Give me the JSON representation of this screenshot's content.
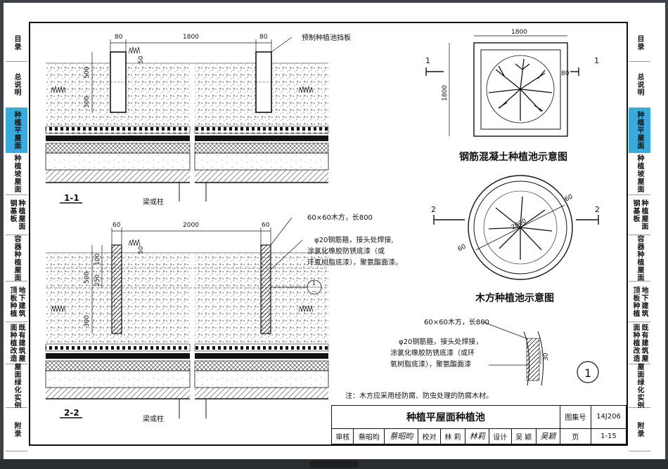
{
  "left_tabs": [
    {
      "cols": [
        "目录"
      ],
      "active": false
    },
    {
      "cols": [
        "总说明"
      ],
      "active": false
    },
    {
      "cols": [
        "种植平屋面"
      ],
      "active": true
    },
    {
      "cols": [
        "种植坡屋面"
      ],
      "active": false
    },
    {
      "cols": [
        "种植屋面",
        "钢基板"
      ],
      "active": false
    },
    {
      "cols": [
        "容器种植屋面"
      ],
      "active": false
    },
    {
      "cols": [
        "地下建筑",
        "顶板种植"
      ],
      "active": false
    },
    {
      "cols": [
        "既有建筑屋",
        "面种植改造"
      ],
      "active": false
    },
    {
      "cols": [
        "屋面绿化实例"
      ],
      "active": false
    },
    {
      "cols": [
        "附录"
      ],
      "active": false
    }
  ],
  "right_tabs": [
    {
      "cols": [
        "目录"
      ],
      "active": false
    },
    {
      "cols": [
        "总说明"
      ],
      "active": false
    },
    {
      "cols": [
        "种植平屋面"
      ],
      "active": true
    },
    {
      "cols": [
        "种植坡屋面"
      ],
      "active": false
    },
    {
      "cols": [
        "种植屋面",
        "钢基板"
      ],
      "active": false
    },
    {
      "cols": [
        "容器种植屋面"
      ],
      "active": false
    },
    {
      "cols": [
        "地下建筑",
        "顶板种植"
      ],
      "active": false
    },
    {
      "cols": [
        "既有建筑屋",
        "面种植改造"
      ],
      "active": false
    },
    {
      "cols": [
        "屋面绿化实例"
      ],
      "active": false
    },
    {
      "cols": [
        "附录"
      ],
      "active": false
    }
  ],
  "section1": {
    "dim_left": "80",
    "dim_mid": "1800",
    "dim_right": "80",
    "dim_v1": "500",
    "dim_v2": "300",
    "dim_v3": "50",
    "callout": "预制种植池挡板",
    "beam_label": "梁或柱",
    "section_label": "1-1"
  },
  "section2": {
    "dim_left": "60",
    "dim_mid": "2000",
    "dim_right": "60",
    "dim_v1": "500",
    "dim_v2": "300",
    "dim_v3": "50",
    "dim_v4": "100",
    "dim_v5": "250",
    "note_wood": "60×60木方，长800",
    "note_steel_1": "φ20钢筋箍，接头处焊接,",
    "note_steel_2": "涂氯化橡胶防锈底漆（或",
    "note_steel_3": "环氧树脂底漆），聚氨酯面漆。",
    "detail_top": "1",
    "detail_bottom": "—",
    "beam_label": "梁或柱",
    "section_label": "2-2"
  },
  "plan_square": {
    "dim_top": "1800",
    "dim_side": "1800",
    "dim_edge": "80",
    "cut_left": "1",
    "cut_right": "1",
    "caption": "钢筋混凝土种植池示意图"
  },
  "plan_circle": {
    "dim_diam": "2000",
    "dim_t1": "60",
    "dim_t2": "60",
    "cut_left": "2",
    "cut_right": "2",
    "caption": "木方种植池示意图"
  },
  "detail1": {
    "note_wood": "60×60木方，长800",
    "note_steel_1": "φ20钢筋箍，接头处焊接，",
    "note_steel_2": "涂氯化橡胶防锈底漆（或环",
    "note_steel_3": "氧树脂底漆），聚氨酯面漆",
    "dim": "30",
    "number": "1"
  },
  "note": "注：木方应采用经防腐、防虫处理的防腐木材。",
  "title_block": {
    "title": "种植平屋面种植池",
    "atlas_label": "图集号",
    "atlas_no": "14J206",
    "review_label": "审核",
    "review_name": "蔡昭昀",
    "review_sig": "蔡昭昀",
    "check_label": "校对",
    "check_name": "林 莉",
    "check_sig": "林莉",
    "design_label": "设计",
    "design_name": "吴 颖",
    "design_sig": "吴颖",
    "page_label": "页",
    "page_no": "1-15"
  }
}
